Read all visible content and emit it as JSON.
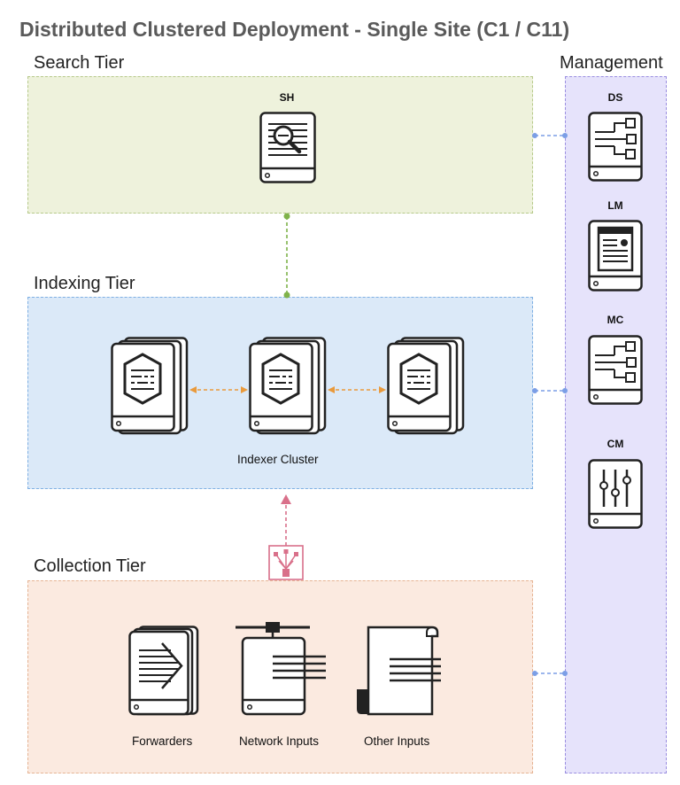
{
  "title": "Distributed Clustered Deployment - Single Site (C1 / C11)",
  "tiers": {
    "search": "Search Tier",
    "indexing": "Indexing Tier",
    "collection": "Collection Tier",
    "management": "Management"
  },
  "nodes": {
    "sh": "SH",
    "ds": "DS",
    "lm": "LM",
    "mc": "MC",
    "cm": "CM"
  },
  "captions": {
    "indexer_cluster": "Indexer Cluster",
    "forwarders": "Forwarders",
    "network_inputs": "Network Inputs",
    "other_inputs": "Other Inputs"
  },
  "colors": {
    "search_fill": "#eef2dc",
    "indexing_fill": "#dbe9f8",
    "collection_fill": "#fbeae0",
    "management_fill": "#e6e3fb",
    "search_link": "#7fb24a",
    "index_link": "#e99a3c",
    "collection_link": "#d9708a",
    "mgmt_link": "#7b9ee6"
  }
}
